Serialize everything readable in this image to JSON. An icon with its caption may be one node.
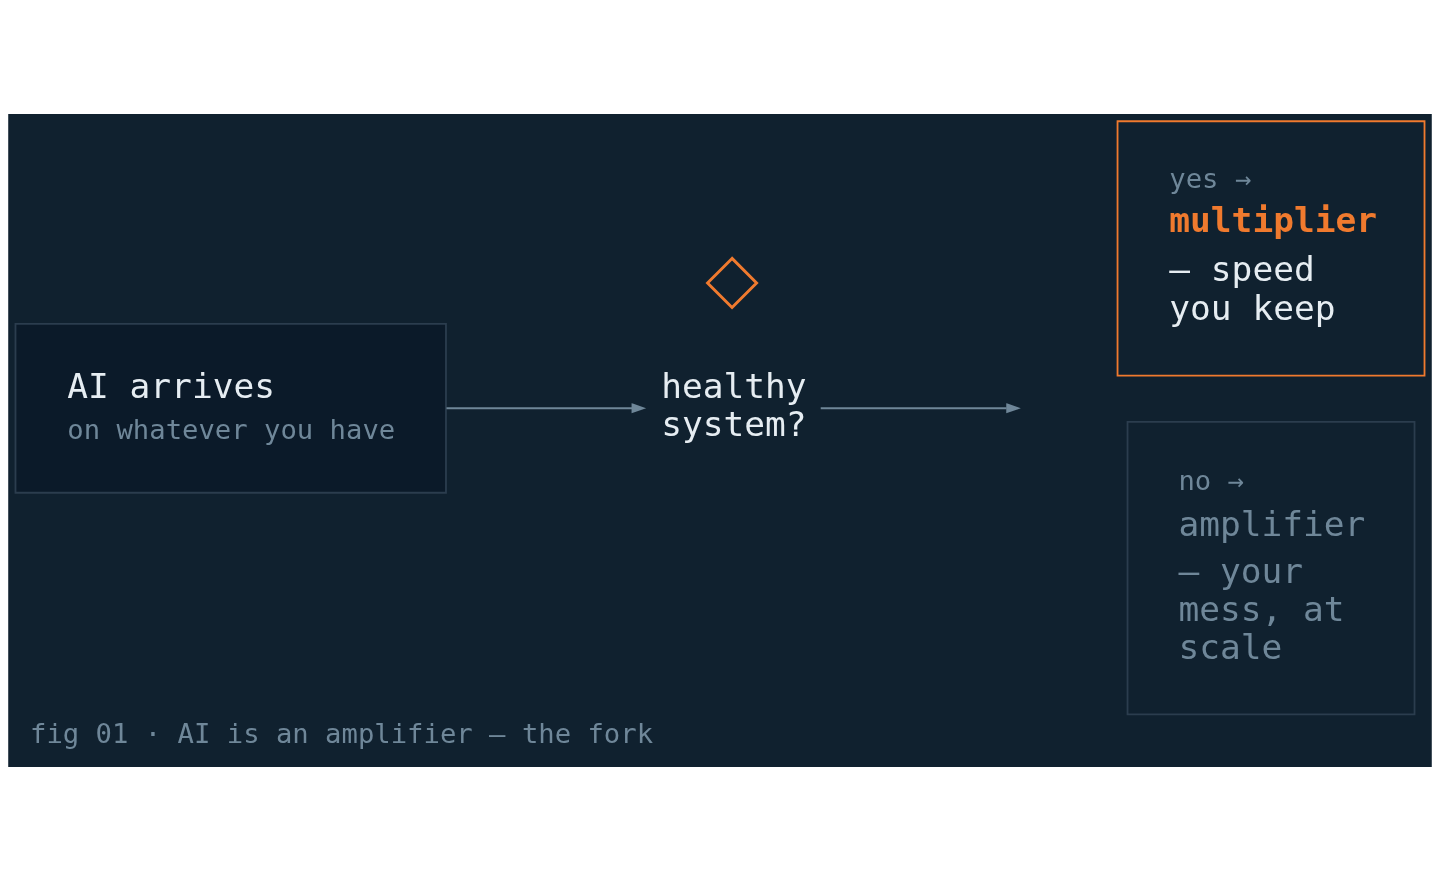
{
  "diagram": {
    "caption": "fig 01 · AI is an amplifier — the fork",
    "nodes": [
      {
        "text": [
          "AI arrives",
          "on whatever you have"
        ]
      },
      {
        "text": [],
        "shape": "diamond"
      },
      {
        "text": [
          "healthy system?"
        ]
      },
      {
        "text": [
          "yes →",
          "multiplier",
          "— speed you keep"
        ]
      },
      {
        "text": [
          "no →",
          "amplifier",
          "— your mess, at scale"
        ]
      }
    ],
    "edges": [
      {
        "from": 0,
        "to": 2,
        "arrow": "to"
      },
      {
        "from": 2,
        "to": null,
        "arrow": "to"
      }
    ]
  }
}
